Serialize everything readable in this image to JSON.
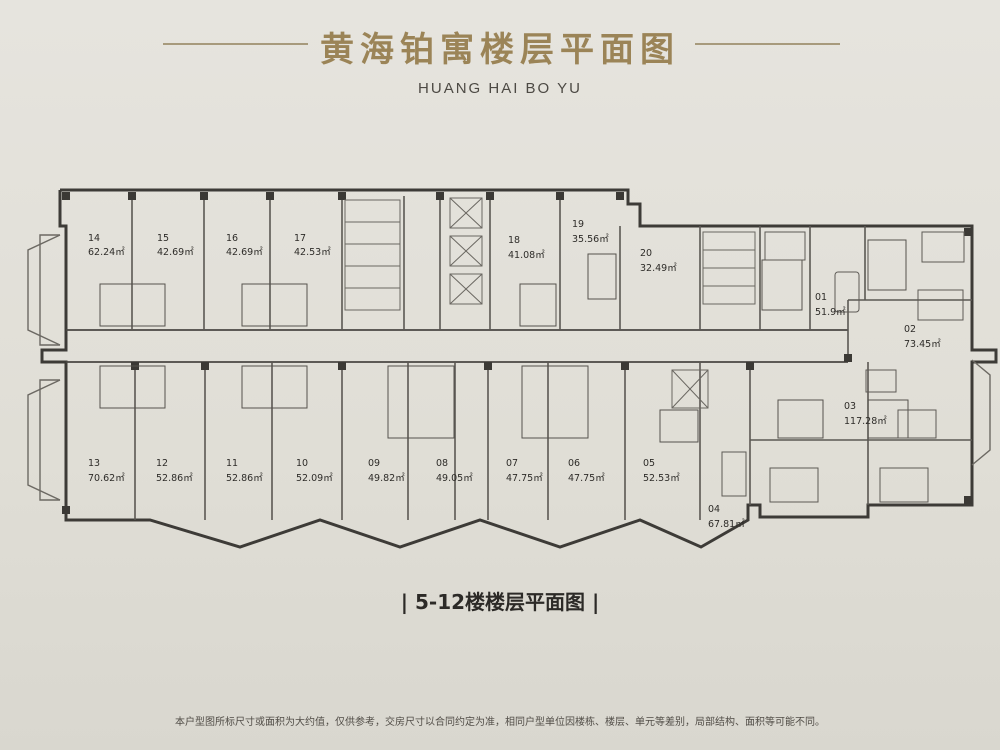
{
  "header": {
    "title": "黄海铂寓楼层平面图",
    "subtitle": "HUANG HAI BO YU"
  },
  "floor_title": "| 5-12楼楼层平面图 |",
  "footnote": "本户型图所标尺寸或面积为大约值，仅供参考，交房尺寸以合同约定为准，相同户型单位因楼栋、楼层、单元等差别，局部结构、面积等可能不同。",
  "units": [
    {
      "no": "14",
      "area": "62.24㎡"
    },
    {
      "no": "15",
      "area": "42.69㎡"
    },
    {
      "no": "16",
      "area": "42.69㎡"
    },
    {
      "no": "17",
      "area": "42.53㎡"
    },
    {
      "no": "18",
      "area": "41.08㎡"
    },
    {
      "no": "19",
      "area": "35.56㎡"
    },
    {
      "no": "20",
      "area": "32.49㎡"
    },
    {
      "no": "01",
      "area": "51.9㎡"
    },
    {
      "no": "02",
      "area": "73.45㎡"
    },
    {
      "no": "03",
      "area": "117.28㎡"
    },
    {
      "no": "04",
      "area": "67.81㎡"
    },
    {
      "no": "05",
      "area": "52.53㎡"
    },
    {
      "no": "06",
      "area": "47.75㎡"
    },
    {
      "no": "07",
      "area": "47.75㎡"
    },
    {
      "no": "08",
      "area": "49.05㎡"
    },
    {
      "no": "09",
      "area": "49.82㎡"
    },
    {
      "no": "10",
      "area": "52.09㎡"
    },
    {
      "no": "11",
      "area": "52.86㎡"
    },
    {
      "no": "12",
      "area": "52.86㎡"
    },
    {
      "no": "13",
      "area": "70.62㎡"
    }
  ]
}
